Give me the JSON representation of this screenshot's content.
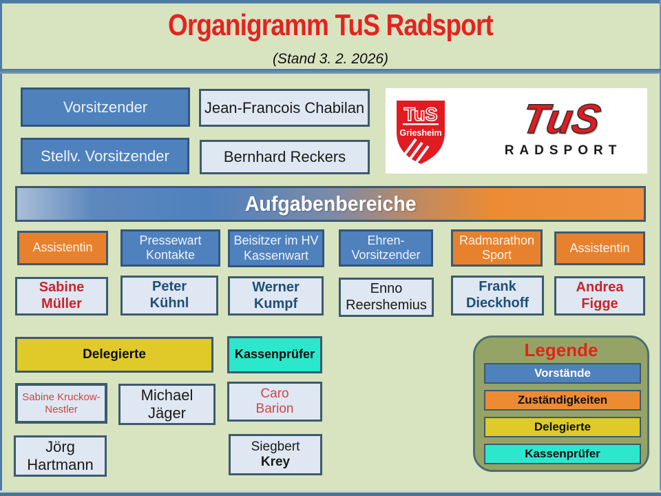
{
  "header": {
    "title": "Organigramm TuS Radsport",
    "date": "(Stand 3. 2. 2026)"
  },
  "board": {
    "chairman_role": "Vorsitzender",
    "chairman_name": "Jean-Francois Chabilan",
    "deputy_role": "Stellv. Vorsitzender",
    "deputy_name": "Bernhard Reckers"
  },
  "logos": {
    "shield_text": "TuS",
    "shield_subtext": "Griesheim",
    "wordmark_text": "TuS",
    "wordmark_subtext": "RADSPORT"
  },
  "banner": {
    "label": "Aufgabenbereiche"
  },
  "areas": [
    {
      "role_l1": "Assistentin",
      "role_l2": "",
      "name_l1": "Sabine",
      "name_l2": "Müller"
    },
    {
      "role_l1": "Pressewart",
      "role_l2": "Kontakte",
      "name_l1": "Peter",
      "name_l2": "Kühnl"
    },
    {
      "role_l1": "Beisitzer im HV",
      "role_l2": "Kassenwart",
      "name_l1": "Werner",
      "name_l2": "Kumpf"
    },
    {
      "role_l1": "Ehren-",
      "role_l2": "Vorsitzender",
      "name_l1": "Enno",
      "name_l2": "Reershemius"
    },
    {
      "role_l1": "Radmarathon",
      "role_l2": "Sport",
      "name_l1": "Frank",
      "name_l2": "Dieckhoff"
    },
    {
      "role_l1": "Assistentin",
      "role_l2": "",
      "name_l1": "Andrea",
      "name_l2": "Figge"
    }
  ],
  "delegates": {
    "header": "Delegierte",
    "member1_l1": "Sabine Kruckow-",
    "member1_l2": "Nestler",
    "member2": "Michael Jäger",
    "member3": "Jörg Hartmann"
  },
  "auditors": {
    "header": "Kassenprüfer",
    "member1_l1": "Caro",
    "member1_l2": "Barion",
    "member2_l1": "Siegbert",
    "member2_l2": "Krey"
  },
  "legend": {
    "title": "Legende",
    "items": [
      {
        "label": "Vorstände",
        "color": "#4f81bd"
      },
      {
        "label": "Zuständigkeiten",
        "color": "#ed8b33"
      },
      {
        "label": "Delegierte",
        "color": "#e0ca2a"
      },
      {
        "label": "Kassenprüfer",
        "color": "#2be8cd"
      }
    ]
  },
  "colors": {
    "background": "#d8e3c0",
    "frame_blue": "#4e7ba8",
    "box_blue": "#4f81bd",
    "box_orange": "#e8812d",
    "box_yellow": "#e0ca2a",
    "box_teal": "#2be8cd",
    "box_light": "#dfe7f2",
    "legend_bg": "#95a466",
    "accent_red": "#cb2329",
    "navy_text": "#1f4e79",
    "logo_red": "#e11b22"
  }
}
